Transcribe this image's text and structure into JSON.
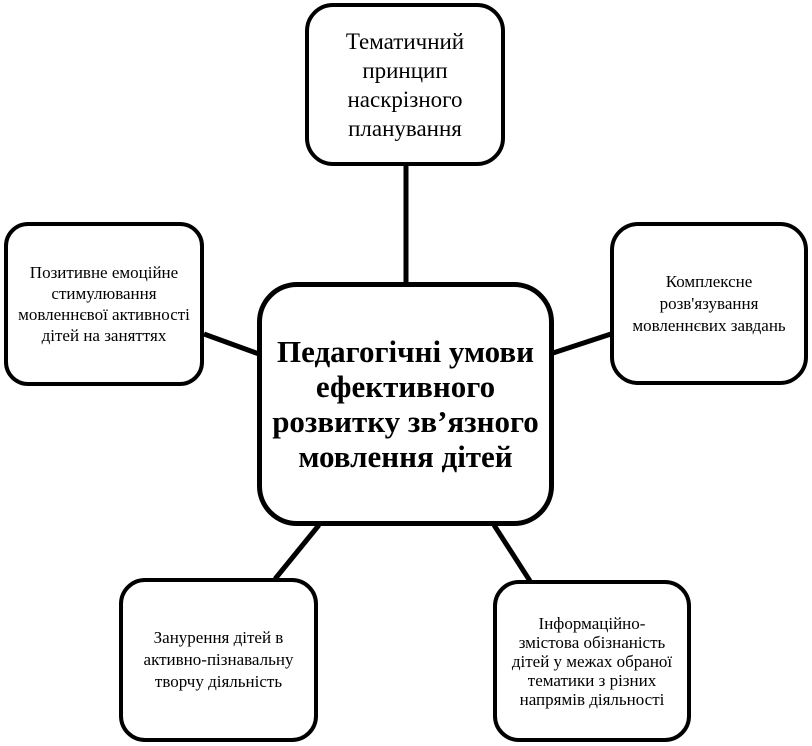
{
  "diagram": {
    "center": {
      "label": "Педагогічні умови ефективного розвитку зв’язного мовлення дітей"
    },
    "nodes": {
      "top": {
        "label": "Тематичний принцип наскрізного планування"
      },
      "left": {
        "label": "Позитивне емоційне стимулювання мовленнєвої активності дітей на заняттях"
      },
      "right": {
        "label": "Комплексне розв'язування мовленнєвих завдань"
      },
      "bottom_left": {
        "label": "Занурення дітей в активно-пізнавальну творчу діяльність"
      },
      "bottom_right": {
        "label": "Інформаційно-змістова обізнаність дітей у межах обраної тематики з різних напрямів діяльності"
      }
    },
    "colors": {
      "stroke": "#000000",
      "fill": "#ffffff"
    }
  }
}
